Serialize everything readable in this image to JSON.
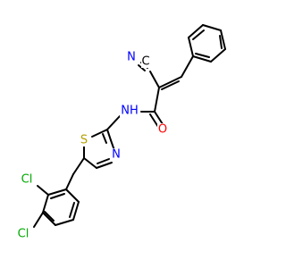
{
  "molecule": {
    "colors": {
      "bond": "#000000",
      "carbon": "#000000",
      "nitrogen": "#0000ff",
      "oxygen": "#ff0000",
      "sulfur": "#b3a000",
      "chlorine": "#00aa00",
      "background": "#ffffff"
    },
    "labels": {
      "cyano_n": "N",
      "cyano_c": "C",
      "amide_nh": "NH",
      "carbonyl_o": "O",
      "thiazole_s": "S",
      "thiazole_n": "N",
      "cl_upper": "Cl",
      "cl_lower": "Cl"
    }
  }
}
